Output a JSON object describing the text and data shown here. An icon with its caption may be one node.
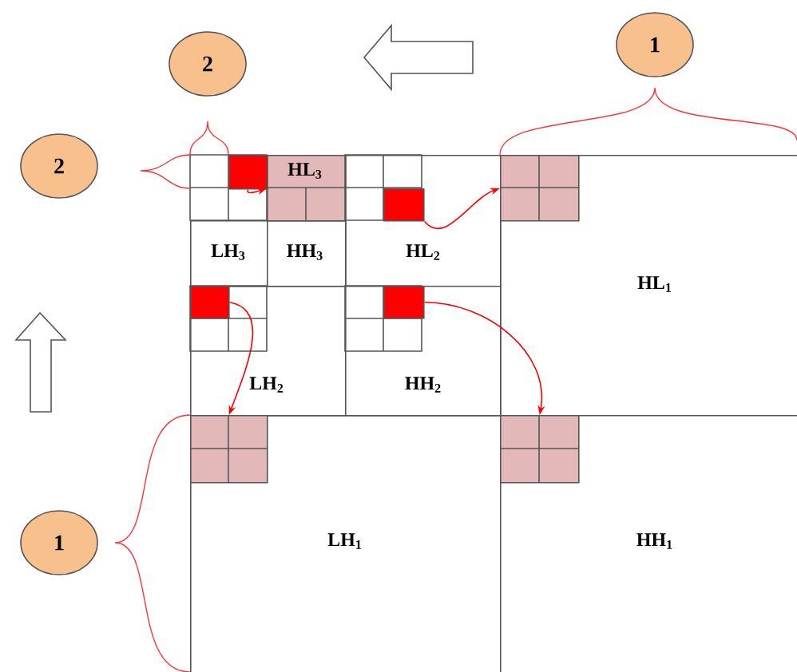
{
  "diagram": {
    "nodes": [
      {
        "text": [
          "2"
        ]
      },
      {
        "text": [
          "1"
        ]
      },
      {
        "text": [
          "2"
        ]
      },
      {
        "text": [
          "1"
        ]
      },
      {
        "text": [
          "HL$_{1}$"
        ]
      },
      {
        "text": [
          "LH$_{1}$"
        ]
      },
      {
        "text": [
          "HH$_{1}$"
        ]
      },
      {
        "text": [
          "HL$_{2}$"
        ]
      },
      {
        "text": [
          "LH$_{2}$"
        ]
      },
      {
        "text": [
          "HH$_{2}$"
        ]
      },
      {
        "text": [
          "LH$_{3}$"
        ]
      },
      {
        "text": [
          "HH$_{3}$"
        ]
      },
      {
        "text": [
          "HL$_{3}$"
        ]
      },
      {
        "text": [],
        "shape": "box"
      },
      {
        "text": [],
        "shape": "box",
        "in": 7
      },
      {
        "text": [],
        "shape": "box",
        "in": 8
      },
      {
        "text": [],
        "shape": "box",
        "in": 9
      },
      {
        "text": [],
        "shape": "box",
        "in": 4
      },
      {
        "text": [],
        "shape": "box",
        "in": 5
      },
      {
        "text": [],
        "shape": "box",
        "in": 6
      }
    ],
    "edges": [
      {
        "from": 13,
        "to": 12,
        "arrow": "to"
      },
      {
        "from": 14,
        "to": 17,
        "arrow": "to"
      },
      {
        "from": 15,
        "to": 18,
        "arrow": "to"
      },
      {
        "from": 16,
        "to": 19,
        "arrow": "to"
      }
    ]
  }
}
